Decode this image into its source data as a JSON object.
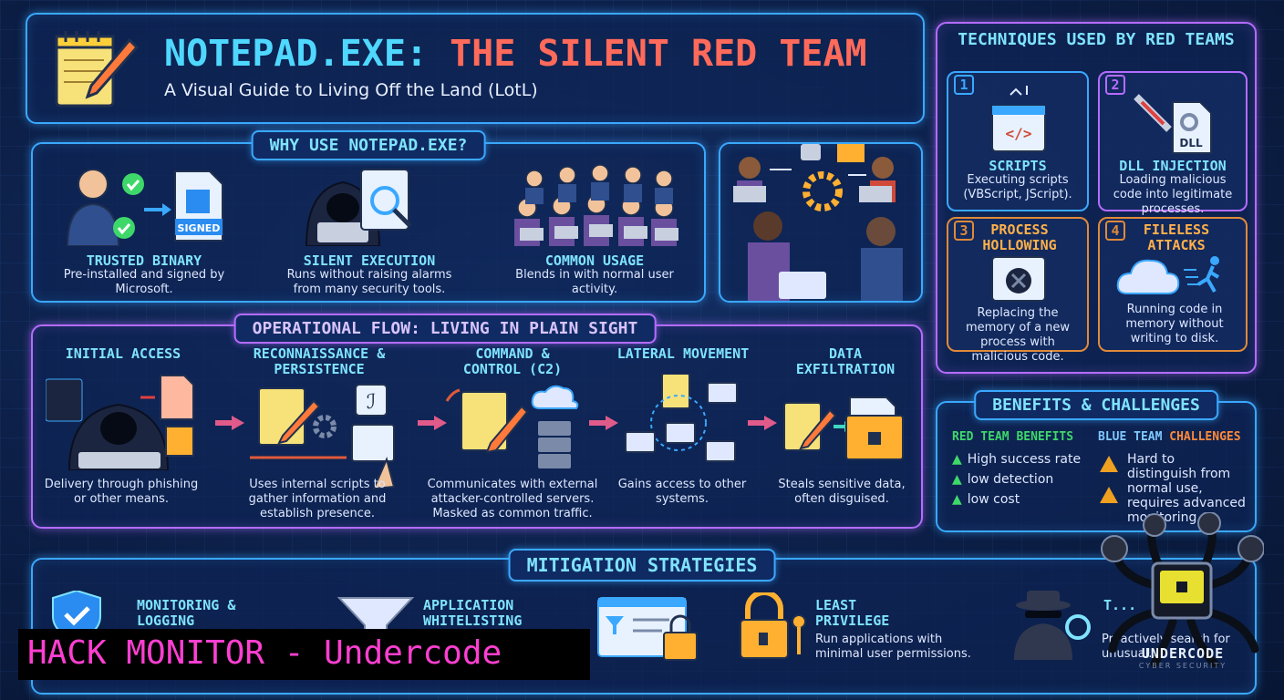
{
  "header": {
    "title_part1": "NOTEPAD.EXE:",
    "title_part2": "THE SILENT RED TEAM",
    "subtitle": "A Visual Guide to Living Off the Land (LotL)"
  },
  "why": {
    "heading": "WHY USE NOTEPAD.EXE?",
    "items": [
      {
        "title": "TRUSTED BINARY",
        "text": "Pre-installed and signed by Microsoft.",
        "badge": "SIGNED"
      },
      {
        "title": "SILENT EXECUTION",
        "text": "Runs without raising alarms from many security tools."
      },
      {
        "title": "COMMON USAGE",
        "text": "Blends in with normal user activity."
      }
    ]
  },
  "techniques": {
    "heading": "TECHNIQUES USED BY RED TEAMS",
    "items": [
      {
        "num": "1",
        "title": "SCRIPTS",
        "text": "Executing scripts (VBScript, JScript)."
      },
      {
        "num": "2",
        "title": "DLL INJECTION",
        "text": "Loading malicious code into legitimate processes.",
        "file_label": "DLL"
      },
      {
        "num": "3",
        "title": "PROCESS HOLLOWING",
        "text": "Replacing the memory of a new process with malicious code."
      },
      {
        "num": "4",
        "title": "FILELESS ATTACKS",
        "text": "Running code in memory without writing to disk."
      }
    ]
  },
  "flow": {
    "heading": "OPERATIONAL FLOW: LIVING IN PLAIN SIGHT",
    "steps": [
      {
        "title": "INITIAL ACCESS",
        "text": "Delivery through phishing or other means."
      },
      {
        "title": "RECONNAISSANCE & PERSISTENCE",
        "text": "Uses internal scripts to gather information and establish presence."
      },
      {
        "title": "COMMAND & CONTROL (C2)",
        "text": "Communicates with external attacker-controlled servers. Masked as common traffic."
      },
      {
        "title": "LATERAL MOVEMENT",
        "text": "Gains access to other systems."
      },
      {
        "title": "DATA EXFILTRATION",
        "text": "Steals sensitive data, often disguised."
      }
    ]
  },
  "benefits": {
    "heading": "BENEFITS & CHALLENGES",
    "red_heading": "RED TEAM BENEFITS",
    "red_items": [
      "High success rate",
      "low detection",
      "low cost"
    ],
    "blue_heading_part1": "BLUE TEAM",
    "blue_heading_part2": "CHALLENGES",
    "blue_items": [
      "Hard to distinguish from normal use, requires advanced monitoring"
    ]
  },
  "mitigation": {
    "heading": "MITIGATION STRATEGIES",
    "items": [
      {
        "title": "MONITORING & LOGGING"
      },
      {
        "title": "APPLICATION WHITELISTING"
      },
      {
        "title": "LEAST PRIVILEGE",
        "text": "Run applications with minimal user permissions."
      },
      {
        "title": "T...",
        "text": "Proactively search for unusual..."
      }
    ]
  },
  "watermark": {
    "banner": "HACK MONITOR - Undercode",
    "logo": "UNDERCODE",
    "logo_sub": "CYBER SECURITY"
  },
  "colors": {
    "title_cyan": "#4fd8ff",
    "title_red": "#ff6a5a",
    "neon_blue": "#3aa8ff",
    "neon_purple": "#b46cff",
    "benefit_green": "#3ed86a",
    "banner_pink": "#ff3fd2"
  }
}
